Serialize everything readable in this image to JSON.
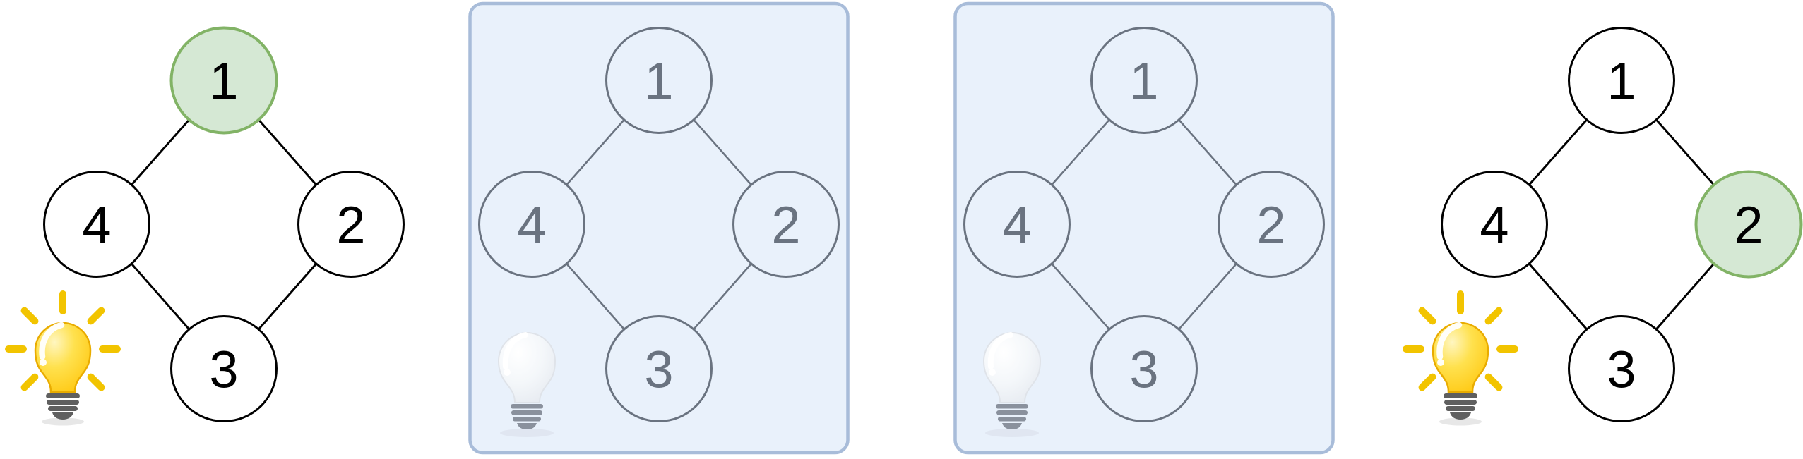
{
  "colors": {
    "highlight_fill": "#d5e8d4",
    "highlight_stroke": "#82b366",
    "highlight_text": "#000000",
    "active_node_fill": "#ffffff",
    "active_node_stroke": "#000000",
    "active_text": "#000000",
    "inactive_node_stroke": "#6a7380",
    "inactive_text": "#6a7380",
    "panel_fill": "#e9f1fb",
    "panel_border": "#a8bcd9",
    "bulb_glass_yellow": "#ffd21e",
    "bulb_ray_yellow": "#f2c400",
    "bulb_base_gray": "#5f5f5f",
    "unlit_glass_gray": "#eef2f6",
    "unlit_base_gray": "#8a919d"
  },
  "graphs": [
    {
      "name": "graph-1",
      "framed": false,
      "bulb": "lit",
      "highlighted_node": "1",
      "nodes": [
        {
          "id": "1",
          "position": "top",
          "highlighted": true
        },
        {
          "id": "2",
          "position": "right",
          "highlighted": false
        },
        {
          "id": "3",
          "position": "bottom",
          "highlighted": false
        },
        {
          "id": "4",
          "position": "left",
          "highlighted": false
        }
      ],
      "edges": [
        [
          "1",
          "2"
        ],
        [
          "1",
          "4"
        ],
        [
          "2",
          "3"
        ],
        [
          "3",
          "4"
        ]
      ]
    },
    {
      "name": "graph-2",
      "framed": true,
      "bulb": "unlit",
      "highlighted_node": null,
      "nodes": [
        {
          "id": "1",
          "position": "top",
          "highlighted": false
        },
        {
          "id": "2",
          "position": "right",
          "highlighted": false
        },
        {
          "id": "3",
          "position": "bottom",
          "highlighted": false
        },
        {
          "id": "4",
          "position": "left",
          "highlighted": false
        }
      ],
      "edges": [
        [
          "1",
          "2"
        ],
        [
          "1",
          "4"
        ],
        [
          "2",
          "3"
        ],
        [
          "3",
          "4"
        ]
      ]
    },
    {
      "name": "graph-3",
      "framed": true,
      "bulb": "unlit",
      "highlighted_node": null,
      "nodes": [
        {
          "id": "1",
          "position": "top",
          "highlighted": false
        },
        {
          "id": "2",
          "position": "right",
          "highlighted": false
        },
        {
          "id": "3",
          "position": "bottom",
          "highlighted": false
        },
        {
          "id": "4",
          "position": "left",
          "highlighted": false
        }
      ],
      "edges": [
        [
          "1",
          "2"
        ],
        [
          "1",
          "4"
        ],
        [
          "2",
          "3"
        ],
        [
          "3",
          "4"
        ]
      ]
    },
    {
      "name": "graph-4",
      "framed": false,
      "bulb": "lit",
      "highlighted_node": "2",
      "nodes": [
        {
          "id": "1",
          "position": "top",
          "highlighted": false
        },
        {
          "id": "2",
          "position": "right",
          "highlighted": true
        },
        {
          "id": "3",
          "position": "bottom",
          "highlighted": false
        },
        {
          "id": "4",
          "position": "left",
          "highlighted": false
        }
      ],
      "edges": [
        [
          "1",
          "2"
        ],
        [
          "1",
          "4"
        ],
        [
          "2",
          "3"
        ],
        [
          "3",
          "4"
        ]
      ]
    }
  ]
}
